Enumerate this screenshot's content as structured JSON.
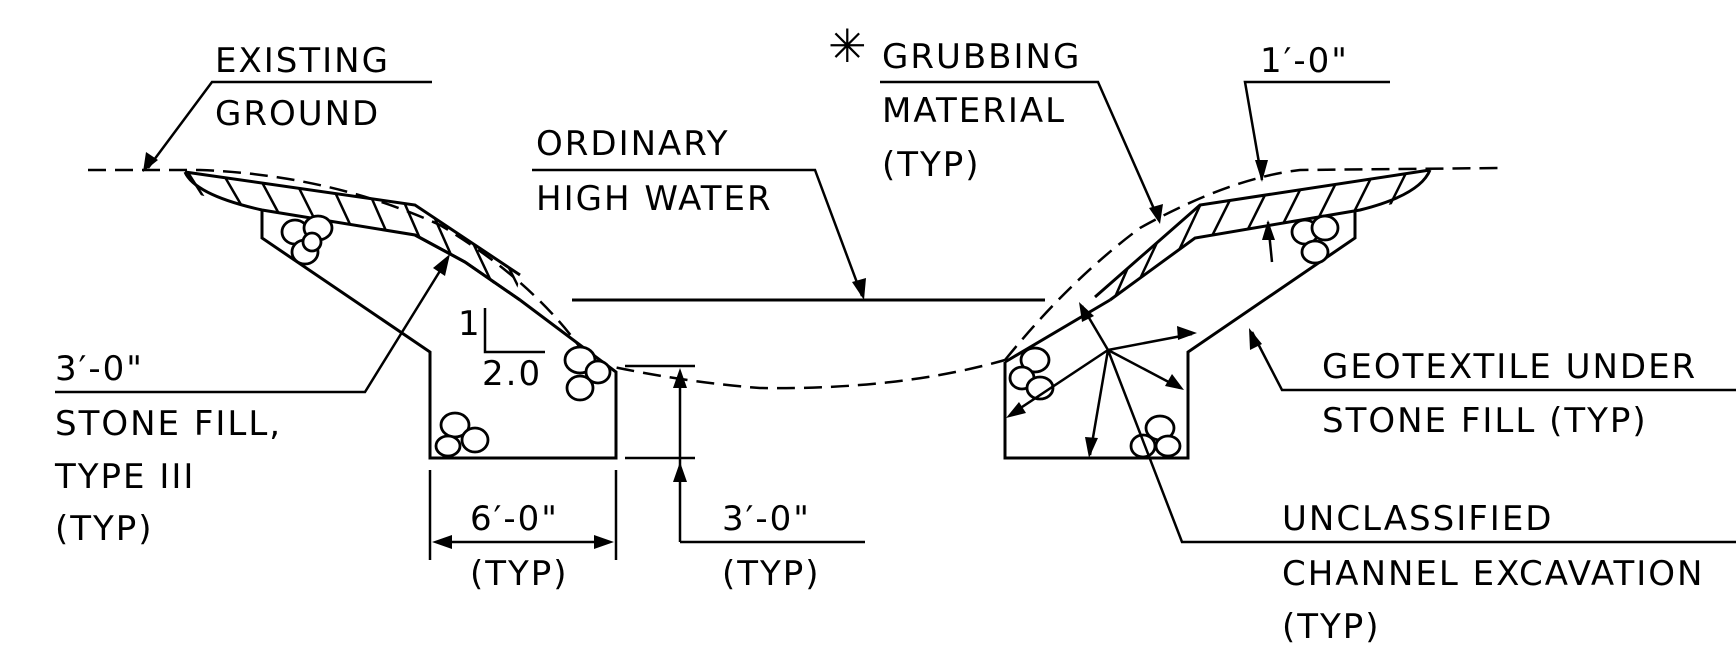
{
  "labels": {
    "existing_ground_1": "EXISTING",
    "existing_ground_2": "GROUND",
    "grubbing_mark": "✳",
    "grubbing_1": "GRUBBING",
    "grubbing_2": "MATERIAL",
    "grubbing_3": "(TYP)",
    "dim_1ft": "1′-0\"",
    "ordinary_1": "ORDINARY",
    "ordinary_2": "HIGH WATER",
    "slope_rise": "1",
    "slope_run": "2.0",
    "stone_dim": "3′-0\"",
    "stone_fill_1": "STONE FILL,",
    "stone_fill_2": "TYPE III",
    "stone_fill_3": "(TYP)",
    "width_dim": "6′-0\"",
    "width_typ": "(TYP)",
    "depth_dim": "3′-0\"",
    "depth_typ": "(TYP)",
    "geotextile_1": "GEOTEXTILE UNDER",
    "geotextile_2": "STONE FILL (TYP)",
    "unclassified_1": "UNCLASSIFIED",
    "unclassified_2": "CHANNEL EXCAVATION",
    "unclassified_3": "(TYP)"
  }
}
